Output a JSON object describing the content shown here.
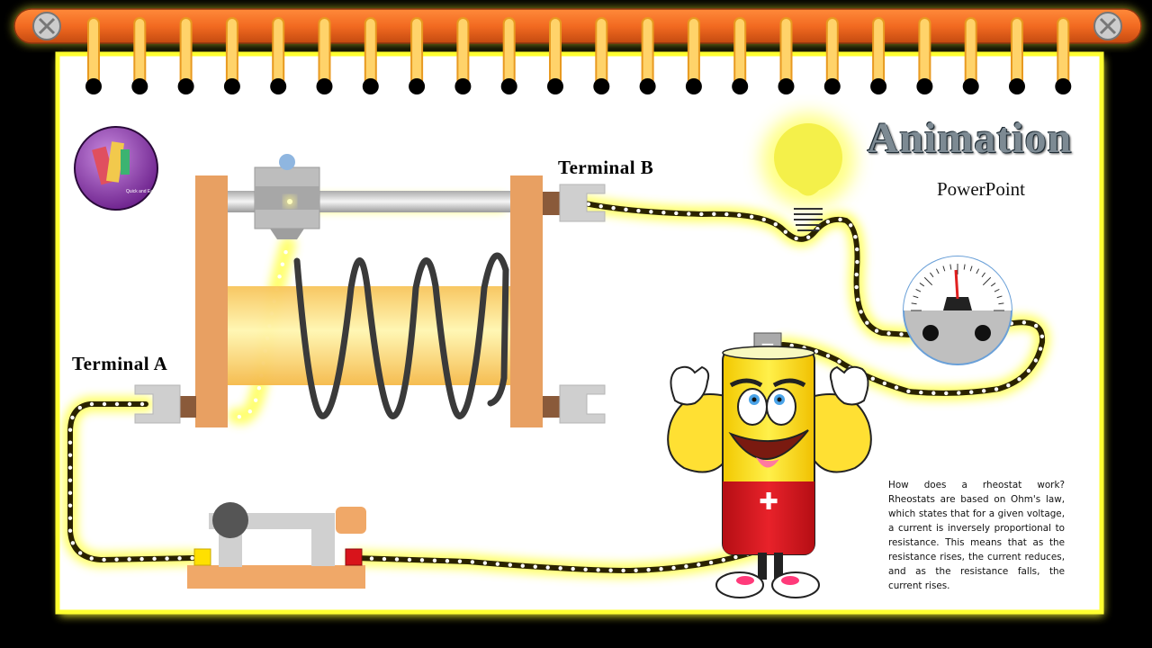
{
  "slide": {
    "title": "Animation",
    "subtitle": "PowerPoint",
    "logo_text": "Quick and Easy PowerPoint Tutorial",
    "terminal_a": "Terminal  A",
    "terminal_b": "Terminal  B",
    "description": "How does a rheostat work? Rheostats are based on Ohm's law, which states that for a given voltage, a current is inversely proportional to resistance. This means that as the resistance rises, the current reduces, and as the resistance falls, the current rises.",
    "battery_minus": "−",
    "battery_plus": "✚"
  },
  "colors": {
    "binder": "#f26a21",
    "glow": "#ffff40",
    "wood": "#e8a062",
    "core": "#f7c45a",
    "battery_top": "#ffe033",
    "battery_bottom": "#d8141b",
    "wire": "#2a2200"
  },
  "icons": [
    "screw-icon",
    "light-bulb-icon",
    "ammeter-icon",
    "battery-character-icon",
    "switch-icon",
    "logo-icon"
  ]
}
